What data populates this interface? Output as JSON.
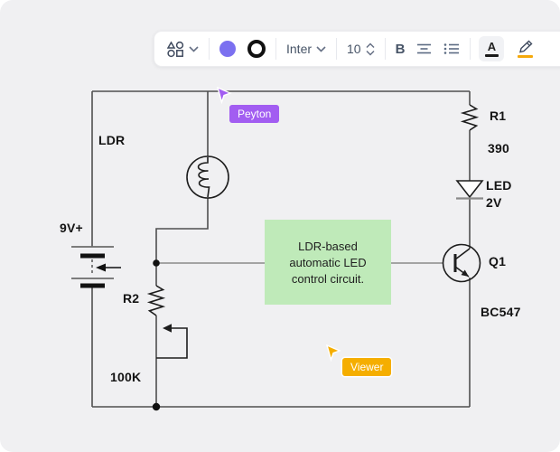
{
  "toolbar": {
    "shape_tool_chevron": "open shape picker",
    "fill_color": "#7b70f0",
    "stroke_color": "#111111",
    "font_family_label": "Inter",
    "font_size_value": "10",
    "bold_label": "B",
    "text_color_label": "A",
    "text_color_bar": "#1a1a1a",
    "highlight_bar": "#f5a90b"
  },
  "canvas": {
    "note_box": {
      "bg": "#bfeab9",
      "lines": [
        "LDR-based",
        "automatic LED",
        "control circuit."
      ]
    },
    "labels": {
      "battery": "9V+",
      "ldr": "LDR",
      "r2": "R2",
      "r2_value": "100K",
      "r1": "R1",
      "r1_value": "390",
      "led": "LED",
      "led_value": "2V",
      "transistor": "Q1",
      "transistor_value": "BC547"
    }
  },
  "collaborators": [
    {
      "name": "Peyton",
      "color": "#a25df1"
    },
    {
      "name": "Viewer",
      "color": "#f5ae00"
    }
  ]
}
